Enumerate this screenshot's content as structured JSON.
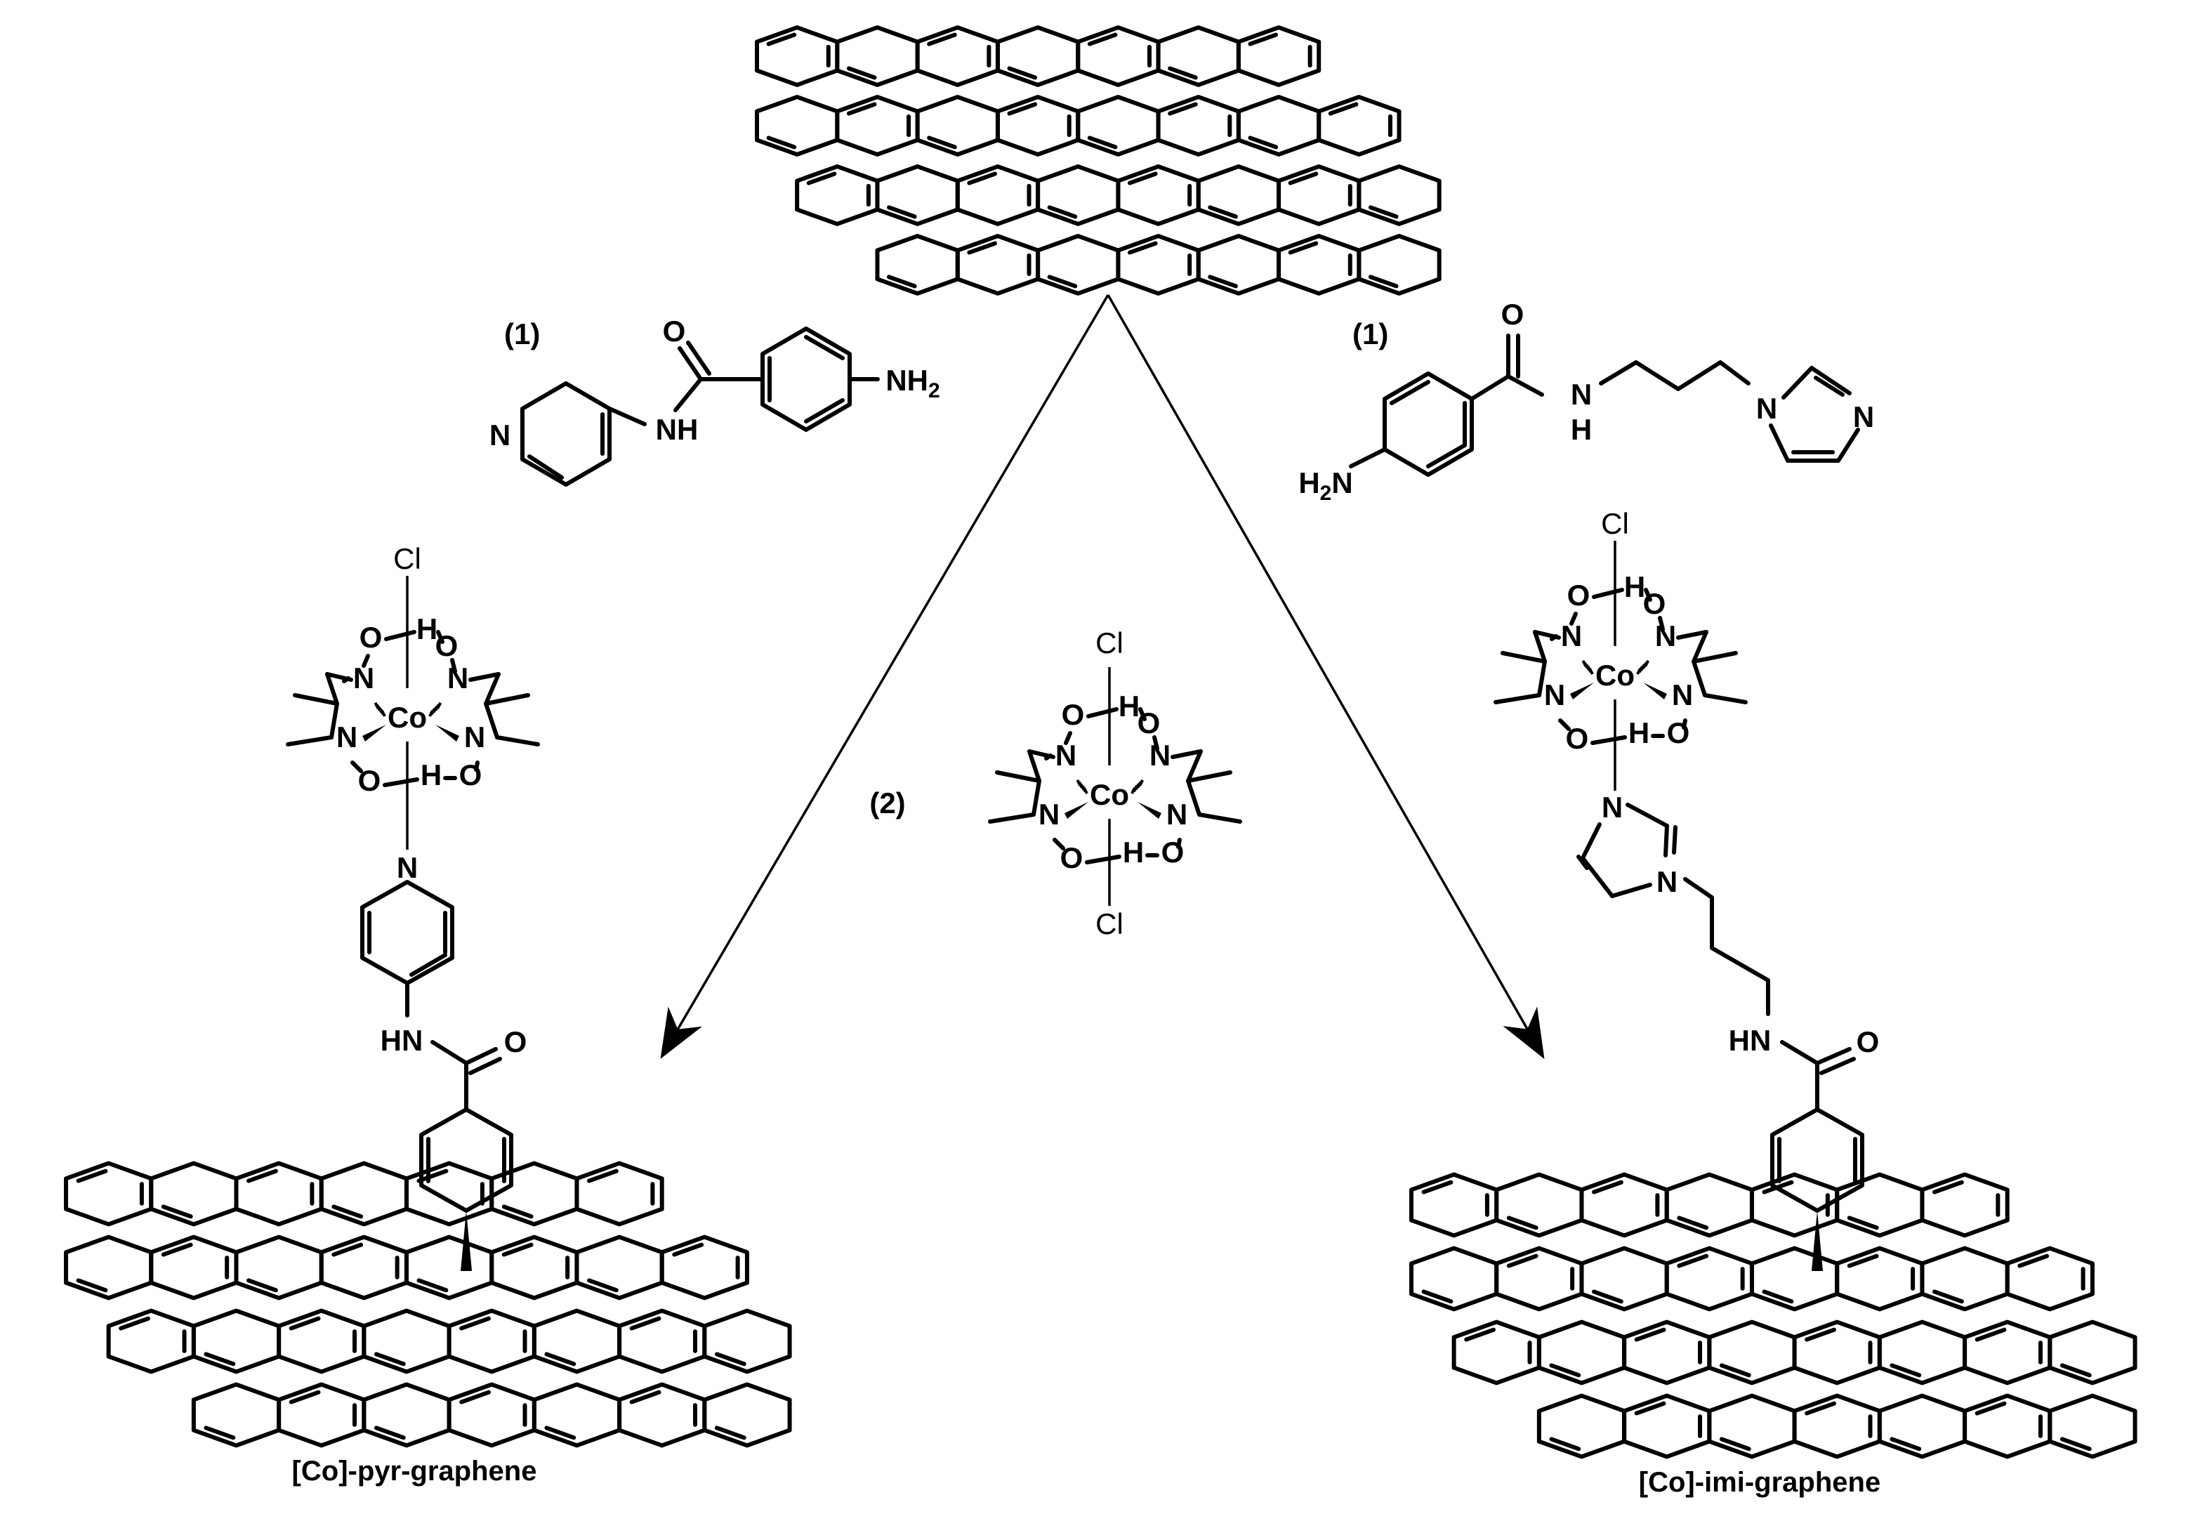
{
  "reagent_labels": {
    "left": "(1)",
    "right": "(1)",
    "center": "(2)"
  },
  "atoms": {
    "O": "O",
    "N": "N",
    "NH": "NH",
    "NH2": "NH",
    "H2N": "H",
    "HN": "HN",
    "H": "H",
    "Cl": "Cl",
    "Co": "Co",
    "sub2": "2"
  },
  "captions": {
    "left": "[Co]-pyr-graphene",
    "right": "[Co]-imi-graphene"
  }
}
